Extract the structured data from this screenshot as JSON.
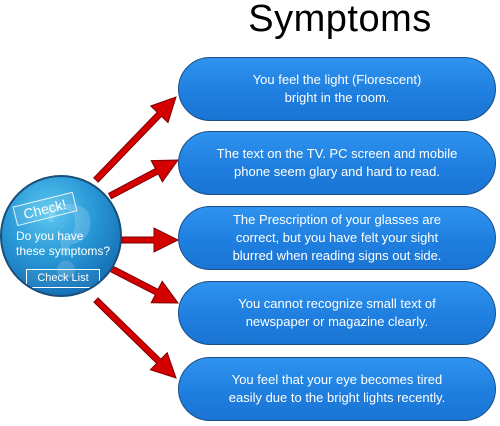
{
  "title": "Symptoms",
  "badge": {
    "tag": "Check!",
    "question": "Do you have\nthese symptoms?",
    "button": "Check List"
  },
  "symptoms": [
    {
      "text": "You feel the light (Florescent)\nbright in the room."
    },
    {
      "text": "The text on the TV. PC screen and mobile\nphone seem glary and hard to read."
    },
    {
      "text": "The Prescription of your glasses are\ncorrect, but you have felt your sight\nblurred when reading signs out side."
    },
    {
      "text": "You cannot recognize small text of\nnewspaper or magazine clearly."
    },
    {
      "text": "You feel that your eye becomes tired\neasily due to the bright lights recently."
    }
  ],
  "colors": {
    "box_fill": "#1f7fe0",
    "box_border": "#1c4f86",
    "arrow": "#d40000",
    "arrow_outline": "#7a0000"
  }
}
